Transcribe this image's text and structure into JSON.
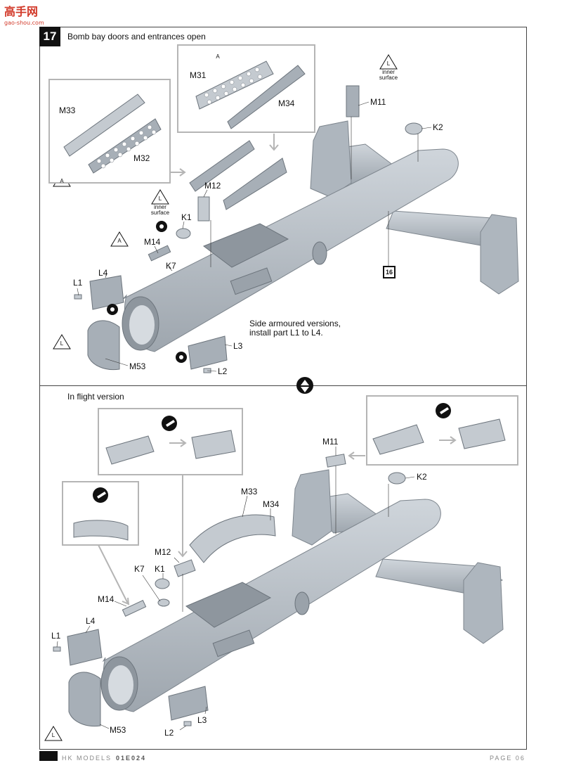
{
  "header": {
    "logo_text": "高手网",
    "logo_url": "gao-shou.com"
  },
  "step": {
    "number": "17",
    "title": "Bomb bay doors and entrances open",
    "flight_title": "In flight version",
    "note": "Side armoured versions,\ninstall part L1 to L4.",
    "ref_step": "16"
  },
  "symbols": {
    "A": "A",
    "L": "L",
    "inner": "inner",
    "surface": "surface"
  },
  "labels_top": {
    "M33": "M33",
    "M32": "M32",
    "M31": "M31",
    "M34": "M34",
    "M11": "M11",
    "K2": "K2",
    "M12": "M12",
    "K1": "K1",
    "M14": "M14",
    "K7": "K7",
    "L4": "L4",
    "L1": "L1",
    "L3": "L3",
    "L2": "L2",
    "M53": "M53"
  },
  "labels_bottom": {
    "M11": "M11",
    "K2": "K2",
    "M33": "M33",
    "M34": "M34",
    "M12": "M12",
    "K7": "K7",
    "K1": "K1",
    "M14": "M14",
    "L4": "L4",
    "L1": "L1",
    "L3": "L3",
    "L2": "L2",
    "M53": "M53"
  },
  "footer": {
    "brand": "HK MODELS",
    "code": "01E024",
    "page": "PAGE 06"
  },
  "colors": {
    "part_fill": "#b9c0c8",
    "part_stroke": "#7d858d",
    "inset_border": "#b5b5b5"
  }
}
